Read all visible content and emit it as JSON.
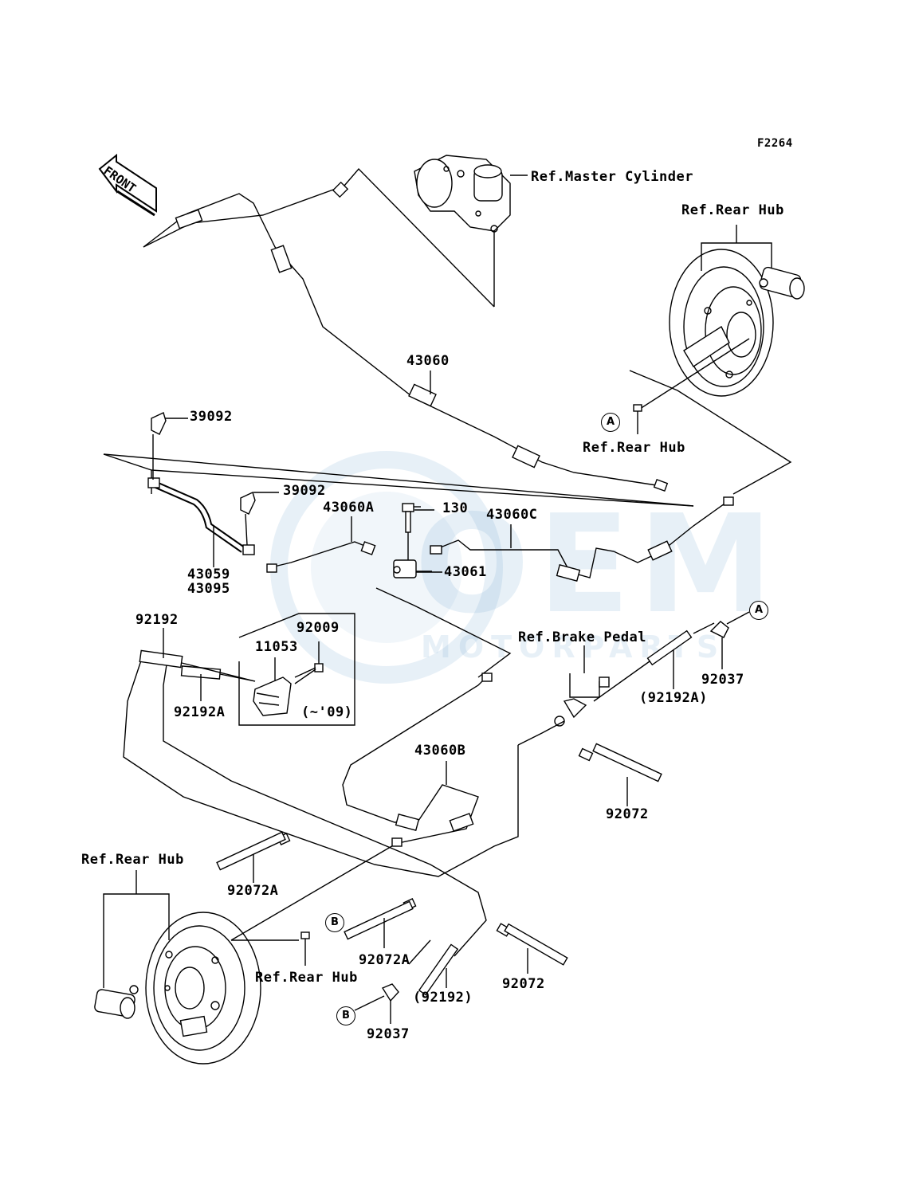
{
  "figure_code": "F2264",
  "front_label": "FRONT",
  "watermark": {
    "main": "OEM",
    "sub": "MOTORPARTS"
  },
  "labels": {
    "ref_master_cylinder": "Ref.Master Cylinder",
    "ref_rear_hub_top": "Ref.Rear Hub",
    "ref_rear_hub_mid": "Ref.Rear Hub",
    "ref_rear_hub_left": "Ref.Rear Hub",
    "ref_rear_hub_bottom": "Ref.Rear Hub",
    "ref_brake_pedal": "Ref.Brake Pedal",
    "p43060": "43060",
    "p39092_a": "39092",
    "p39092_b": "39092",
    "p43060A": "43060A",
    "p130": "130",
    "p43060C": "43060C",
    "p43059": "43059",
    "p43095": "43095",
    "p43061": "43061",
    "p92192": "92192",
    "p92009": "92009",
    "p11053": "11053",
    "p92192A": "92192A",
    "p09note": "(~'09)",
    "p92192A_paren": "(92192A)",
    "p92037_a": "92037",
    "p43060B": "43060B",
    "p92072_a": "92072",
    "p92072A_a": "92072A",
    "p92072A_b": "92072A",
    "p92192_paren": "(92192)",
    "p92072_b": "92072",
    "p92037_b": "92037"
  },
  "callouts": {
    "a_top": "A",
    "a_right": "A",
    "b_mid": "B",
    "b_low": "B"
  }
}
